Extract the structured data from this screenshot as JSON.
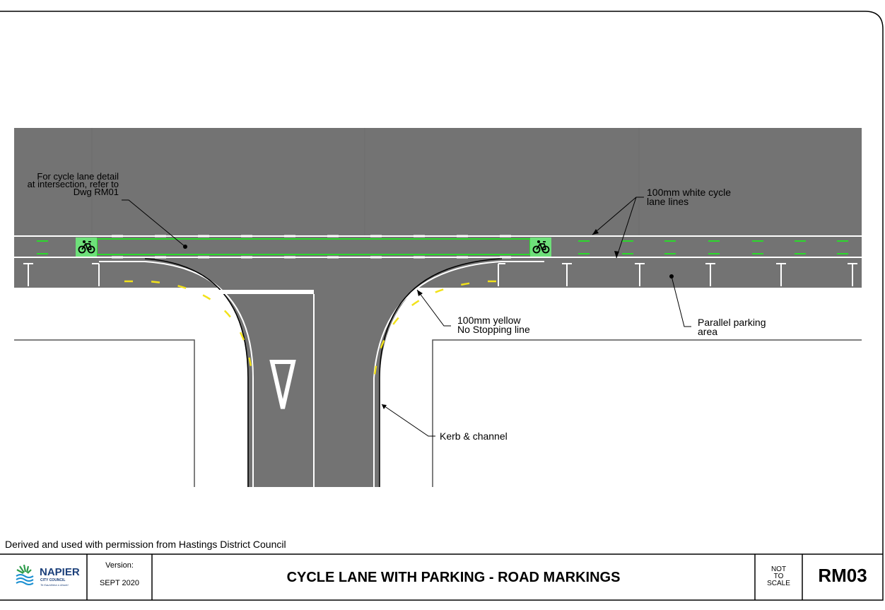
{
  "drawing": {
    "title": "CYCLE LANE WITH PARKING - ROAD MARKINGS",
    "number": "RM03",
    "version_label": "Version:",
    "version_value": "SEPT 2020",
    "scale_note": "NOT\nTO\nSCALE",
    "credit": "Derived and used with permission from Hastings District Council"
  },
  "logo": {
    "name": "NAPIER",
    "sub": "CITY COUNCIL",
    "tagline": "Te Kaunihera o Ahuriri",
    "icon": "napier-logo-icon"
  },
  "annotations": {
    "cycle_lane_detail": "For cycle lane detail\nat intersection, refer to\nDwg RM01",
    "white_lines": "100mm white cycle\nlane lines",
    "yellow_line": "100mm yellow\nNo Stopping line",
    "parking_area": "Parallel parking\narea",
    "kerb": "Kerb & channel"
  },
  "colors": {
    "road": "#737373",
    "cycle_green": "#2bd92b",
    "cycle_box": "#6ee07a",
    "yellow_line": "#f2e21a",
    "white_line": "#ffffff",
    "border": "#000000"
  },
  "icons": [
    "bicycle-symbol-icon",
    "give-way-triangle-icon",
    "napier-logo-icon"
  ]
}
